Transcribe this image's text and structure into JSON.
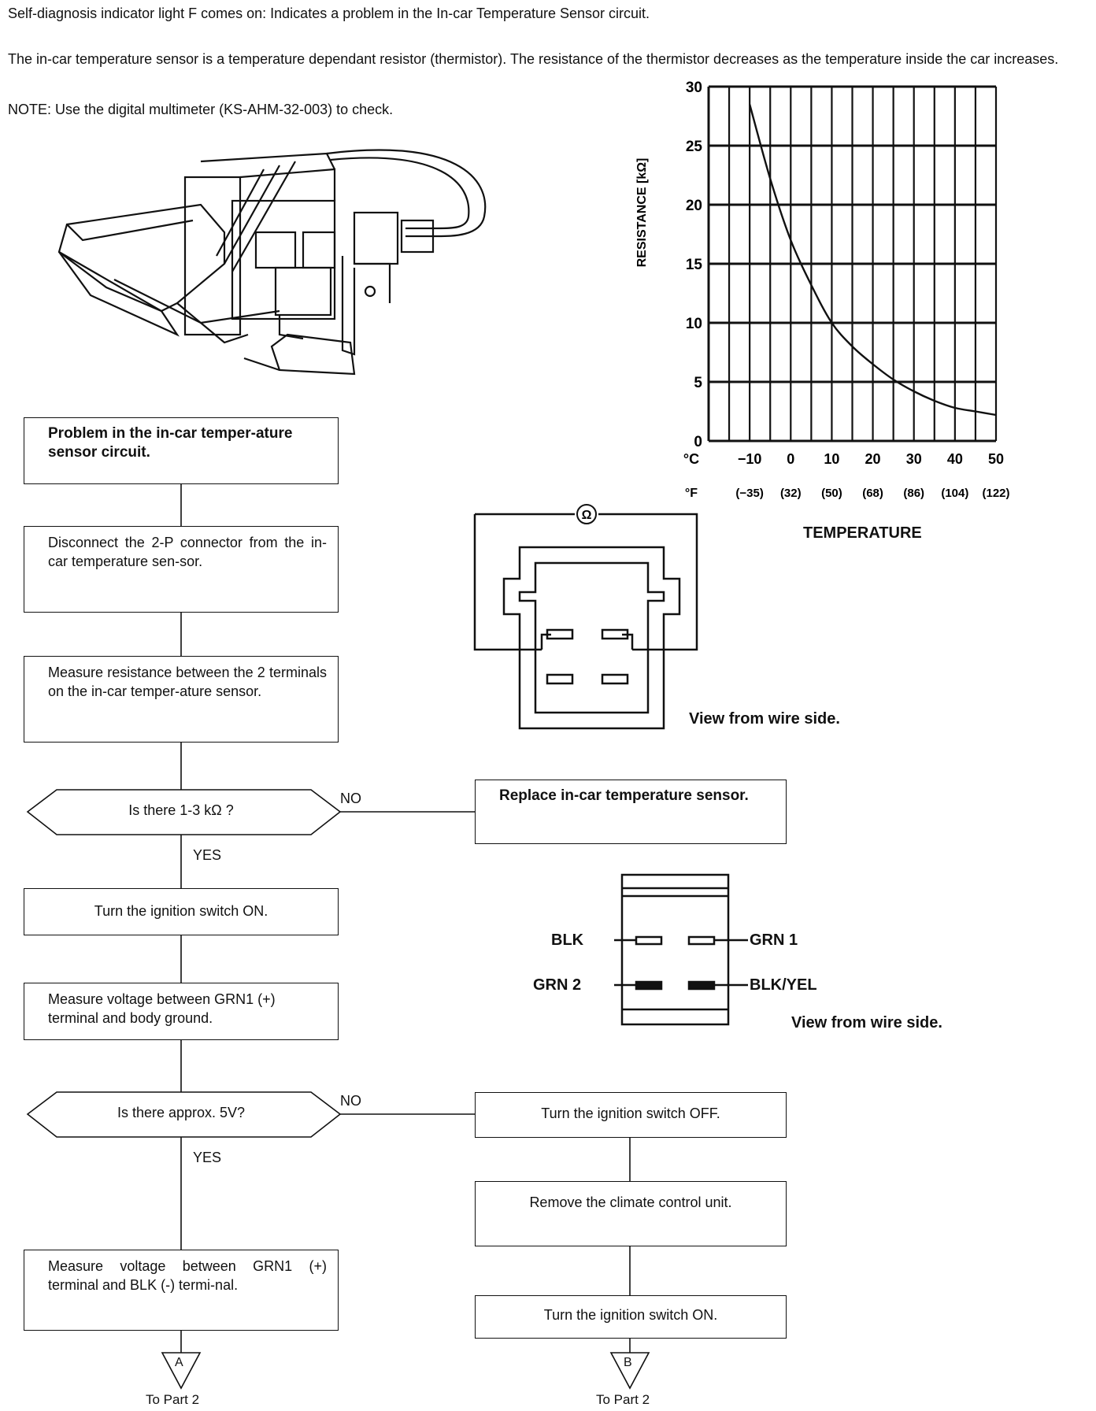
{
  "header": {
    "line1": "Self-diagnosis indicator light F comes on: Indicates a problem in the In-car Temperature Sensor circuit.",
    "line2": "The in-car temperature sensor is a temperature dependant resistor (thermistor). The resistance of the thermistor decreases as the temperature inside the car increases.",
    "note": "NOTE: Use the digital multimeter (KS-AHM-32-003) to check."
  },
  "chart_data": {
    "type": "line",
    "ylabel": "RESISTANCE [kΩ]",
    "xlabel": "TEMPERATURE",
    "x_row_c_label": "°C",
    "x_row_f_label": "°F",
    "xticks_c": [
      "−10",
      "0",
      "10",
      "20",
      "30",
      "40",
      "50"
    ],
    "xticks_f": [
      "(−35)",
      "(32)",
      "(50)",
      "(68)",
      "(86)",
      "(104)",
      "(122)"
    ],
    "yticks": [
      "30",
      "25",
      "20",
      "15",
      "10",
      "5",
      "0"
    ],
    "xlim": [
      -20,
      50
    ],
    "ylim": [
      0,
      30
    ],
    "grid": true,
    "x": [
      -10,
      -5,
      0,
      5,
      10,
      15,
      20,
      25,
      30,
      35,
      40,
      45,
      50
    ],
    "values": [
      28.5,
      22.2,
      17.0,
      13.2,
      10.0,
      8.0,
      6.5,
      5.2,
      4.2,
      3.4,
      2.8,
      2.5,
      2.2
    ]
  },
  "flow": {
    "start": "Problem in the in-car temper-ature sensor circuit.",
    "step1": "Disconnect the 2-P connector from the in-car temperature sen-sor.",
    "step2": "Measure resistance between the 2 terminals on the in-car temper-ature sensor.",
    "decision1": "Is there 1-3 kΩ ?",
    "no": "NO",
    "yes": "YES",
    "replace": "Replace in-car temperature sensor.",
    "step3": "Turn the ignition switch ON.",
    "step4": "Measure voltage between GRN1 (+) terminal and body ground.",
    "decision2": "Is there approx. 5V?",
    "step5": "Measure voltage between GRN1 (+) terminal and BLK (-) termi-nal.",
    "right1": "Turn the ignition switch OFF.",
    "right2": "Remove the climate control unit.",
    "right3": "Turn the ignition switch ON.",
    "conn_a": "A",
    "conn_b": "B",
    "to_part": "To Part 2"
  },
  "connector1": {
    "ohm": "Ω",
    "caption": "View from wire side."
  },
  "connector2": {
    "blk": "BLK",
    "grn1": "GRN 1",
    "grn2": "GRN 2",
    "blkyel": "BLK/YEL",
    "caption": "View from wire side."
  }
}
